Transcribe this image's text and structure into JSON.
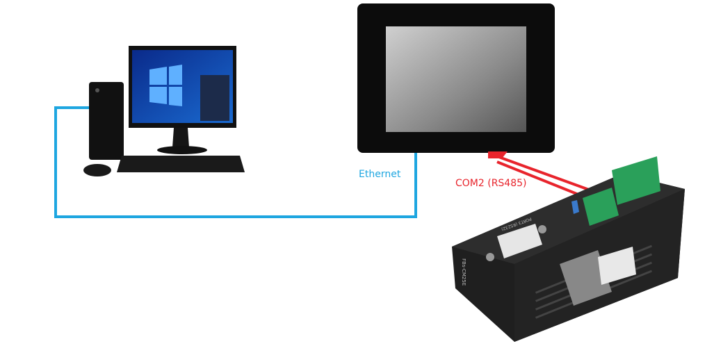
{
  "labels": {
    "ethernet": "Ethernet",
    "com2": "COM2 (RS485)"
  },
  "device": {
    "model": "FBs-CM25E",
    "port3": "PORT3 (RS232)"
  },
  "colors": {
    "ethernet_line": "#1ea6e0",
    "rs485_line": "#e8242c"
  }
}
